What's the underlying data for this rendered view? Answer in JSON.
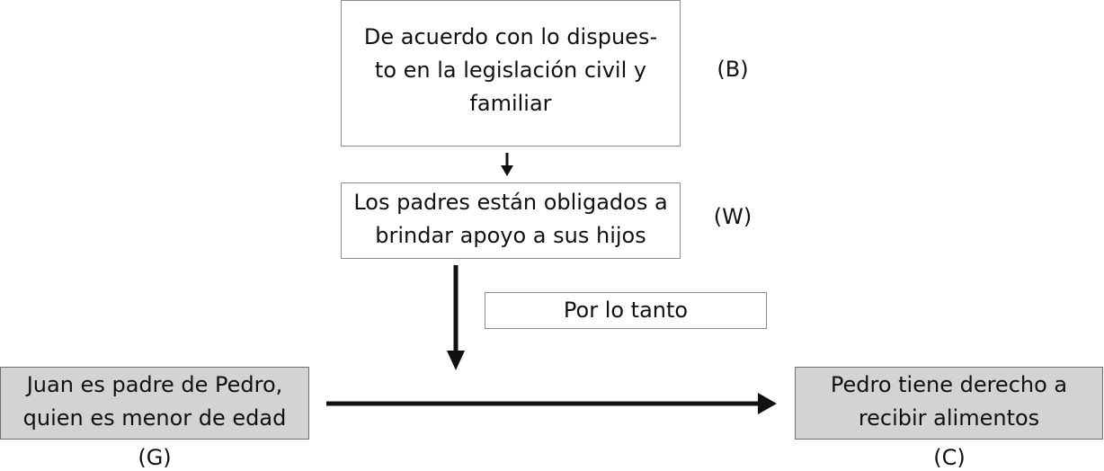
{
  "diagram": {
    "backing": {
      "text": "De acuerdo con lo dispues-\nto en la legislación civil y\nfamiliar",
      "tag": "(B)"
    },
    "warrant": {
      "text": "Los padres están obligados a\nbrindar apoyo a sus hijos",
      "tag": "(W)"
    },
    "connector": {
      "text": "Por lo tanto"
    },
    "grounds": {
      "text": "Juan es padre de Pedro,\nquien es menor de edad",
      "tag": "(G)"
    },
    "claim": {
      "text": "Pedro tiene derecho a\nrecibir alimentos",
      "tag": "(C)"
    },
    "colors": {
      "grey_box": "#d3d3d3",
      "arrow": "#111111",
      "border": "#8c8c8c"
    }
  }
}
